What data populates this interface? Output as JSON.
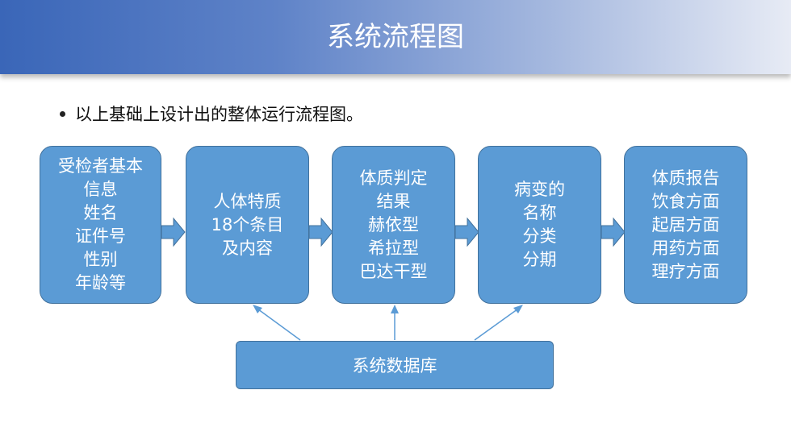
{
  "slide": {
    "title": "系统流程图",
    "bullet": "以上基础上设计出的整体运行流程图。"
  },
  "flow": {
    "boxes": [
      {
        "id": "basic-info",
        "lines": [
          "受检者基本",
          "信息",
          "姓名",
          "证件号",
          "性别",
          "年龄等"
        ]
      },
      {
        "id": "constitution-items",
        "lines": [
          "人体特质",
          "18个条目",
          "及内容"
        ]
      },
      {
        "id": "constitution-result",
        "lines": [
          "体质判定",
          "结果",
          "赫依型",
          "希拉型",
          "巴达干型"
        ]
      },
      {
        "id": "disease",
        "lines": [
          "病变的",
          "名称",
          "分类",
          "分期"
        ]
      },
      {
        "id": "report",
        "lines": [
          "体质报告",
          "饮食方面",
          "起居方面",
          "用药方面",
          "理疗方面"
        ]
      }
    ],
    "database": "系统数据库"
  },
  "colors": {
    "box_fill": "#5b9bd5",
    "box_border": "#41719c",
    "arrow_fill": "#5b9bd5",
    "connector": "#5b9bd5"
  }
}
